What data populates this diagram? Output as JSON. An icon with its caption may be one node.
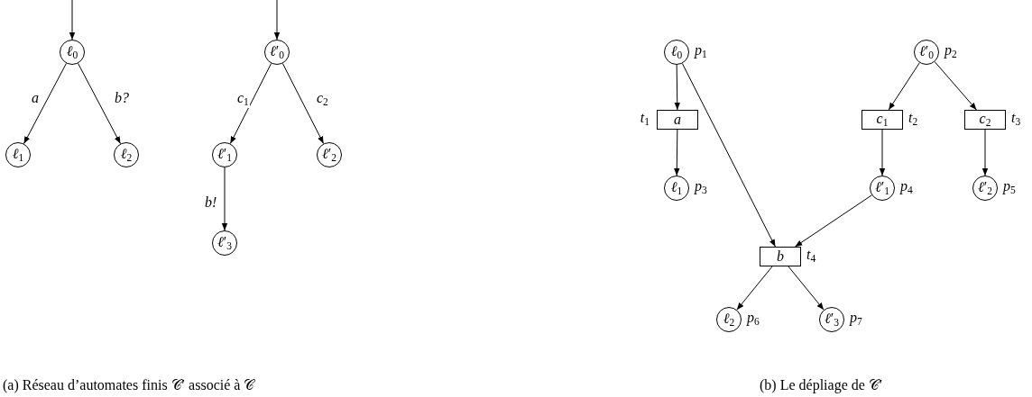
{
  "diagram": {
    "nodes": [
      {
        "text": [
          "*ℓ*$_{0}$"
        ]
      },
      {
        "text": [
          "*ℓ*$_{1}$"
        ]
      },
      {
        "text": [
          "*ℓ*$_{2}$"
        ]
      },
      {
        "text": [
          "*ℓ*′$_{0}$"
        ]
      },
      {
        "text": [
          "*ℓ*′$_{1}$"
        ]
      },
      {
        "text": [
          "*ℓ*′$_{2}$"
        ]
      },
      {
        "text": [
          "*ℓ*′$_{3}$"
        ]
      },
      {
        "text": [
          "*ℓ*$_{0}$"
        ],
        "beside": [
          "*p*$_{1}$"
        ]
      },
      {
        "text": [
          "a"
        ],
        "beside": [
          "*t*$_{1}$"
        ]
      },
      {
        "text": [
          "*ℓ*$_{1}$"
        ],
        "beside": [
          "*p*$_{3}$"
        ]
      },
      {
        "text": [
          "*ℓ*′$_{0}$"
        ],
        "beside": [
          "*p*$_{2}$"
        ]
      },
      {
        "text": [
          "*c*$_{1}$"
        ],
        "beside": [
          "*t*$_{2}$"
        ]
      },
      {
        "text": [
          "*c*$_{2}$"
        ],
        "beside": [
          "*t*$_{3}$"
        ]
      },
      {
        "text": [
          "*ℓ*′$_{1}$"
        ],
        "beside": [
          "*p*$_{4}$"
        ]
      },
      {
        "text": [
          "*ℓ*′$_{2}$"
        ],
        "beside": [
          "*p*$_{5}$"
        ]
      },
      {
        "text": [
          "b"
        ],
        "beside": [
          "*t*$_{4}$"
        ]
      },
      {
        "text": [
          "*ℓ*$_{2}$"
        ],
        "beside": [
          "*p*$_{6}$"
        ]
      },
      {
        "text": [
          "*ℓ*′$_{3}$"
        ],
        "beside": [
          "*p*$_{7}$"
        ]
      }
    ],
    "edges": [
      {
        "from": null,
        "to": 0,
        "arrow": "to"
      },
      {
        "from": 0,
        "to": 1,
        "arrow": "to",
        "label": "a"
      },
      {
        "from": 0,
        "to": 2,
        "arrow": "to",
        "label": "b?"
      },
      {
        "from": null,
        "to": 3,
        "arrow": "to"
      },
      {
        "from": 3,
        "to": 4,
        "arrow": "to",
        "label": "*c*$_{1}$"
      },
      {
        "from": 3,
        "to": 5,
        "arrow": "to",
        "label": "*c*$_{2}$"
      },
      {
        "from": 4,
        "to": 6,
        "arrow": "to",
        "label": "b!"
      },
      {
        "from": 7,
        "to": 8,
        "arrow": "to"
      },
      {
        "from": 8,
        "to": 9,
        "arrow": "to"
      },
      {
        "from": 7,
        "to": 15,
        "arrow": "to"
      },
      {
        "from": 10,
        "to": 11,
        "arrow": "to"
      },
      {
        "from": 10,
        "to": 12,
        "arrow": "to"
      },
      {
        "from": 11,
        "to": 13,
        "arrow": "to"
      },
      {
        "from": 12,
        "to": 14,
        "arrow": "to"
      },
      {
        "from": 13,
        "to": 15,
        "arrow": "to"
      },
      {
        "from": 15,
        "to": 16,
        "arrow": "to"
      },
      {
        "from": 15,
        "to": 17,
        "arrow": "to"
      }
    ],
    "labels": [
      "(a)  Réseau d’automates finis 𝒞′ associé à 𝒞",
      "(b)  Le dépliage de 𝒞′"
    ]
  }
}
